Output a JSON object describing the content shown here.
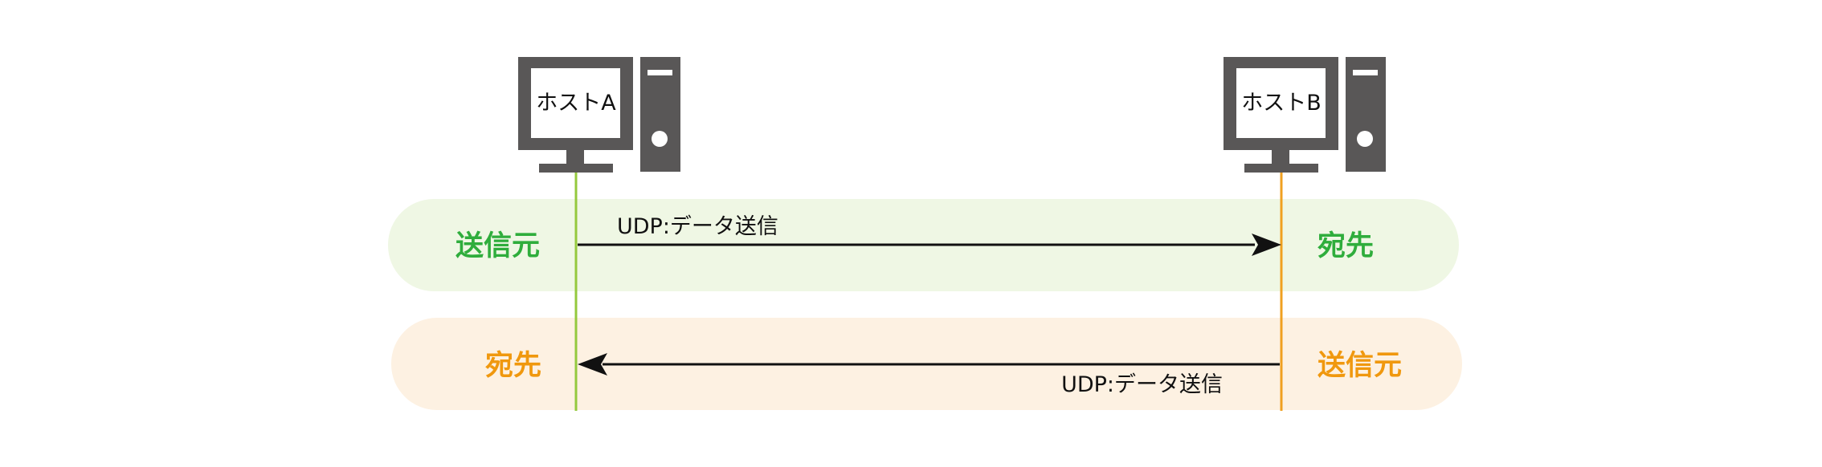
{
  "host_a": {
    "label": "ホストA"
  },
  "host_b": {
    "label": "ホストB"
  },
  "row1": {
    "left_role": "送信元",
    "right_role": "宛先",
    "message": "UDP:データ送信",
    "band_color": "#eff7e4",
    "role_color": "#2fad3c",
    "lifeline_color": "#94c93d"
  },
  "row2": {
    "left_role": "宛先",
    "right_role": "送信元",
    "message": "UDP:データ送信",
    "band_color": "#fdf1e2",
    "role_color": "#f0980e",
    "lifeline_color": "#f0a020"
  },
  "colors": {
    "computer": "#595757",
    "arrow": "#111111"
  }
}
